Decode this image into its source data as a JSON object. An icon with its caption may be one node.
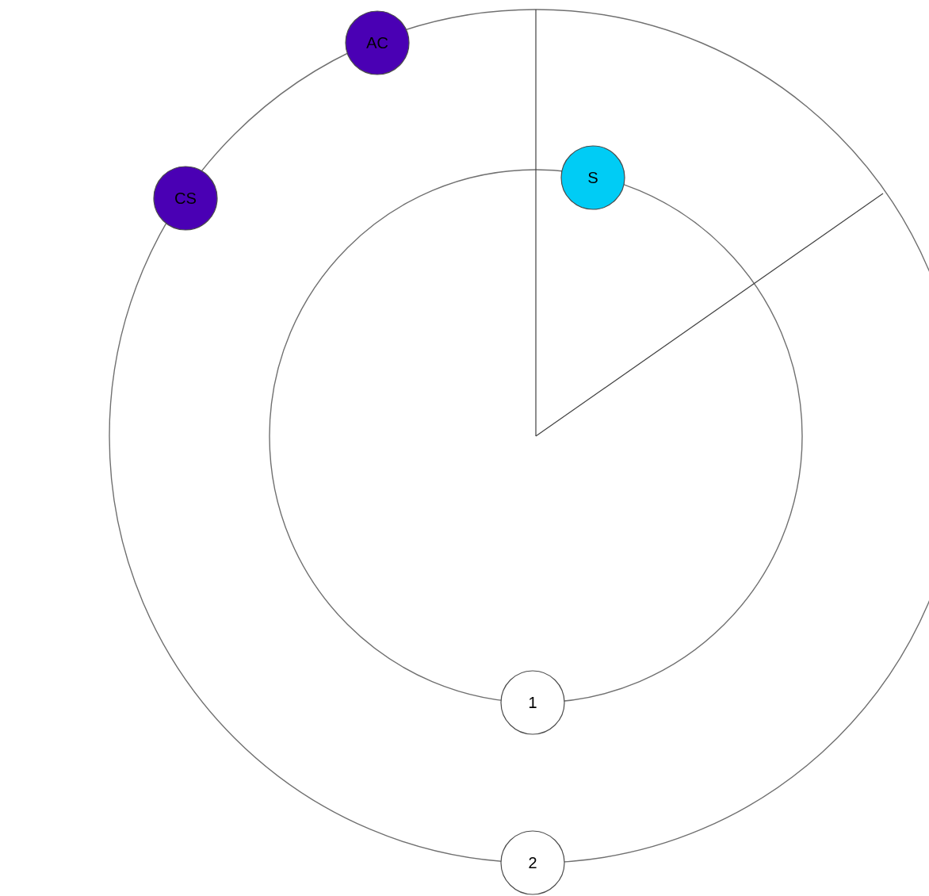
{
  "diagram": {
    "nodes": [
      {
        "text": [
          "AC"
        ]
      },
      {
        "text": [
          "CS"
        ]
      },
      {
        "text": [
          "S"
        ]
      },
      {
        "text": [
          "1"
        ]
      },
      {
        "text": [
          "2"
        ]
      }
    ]
  }
}
